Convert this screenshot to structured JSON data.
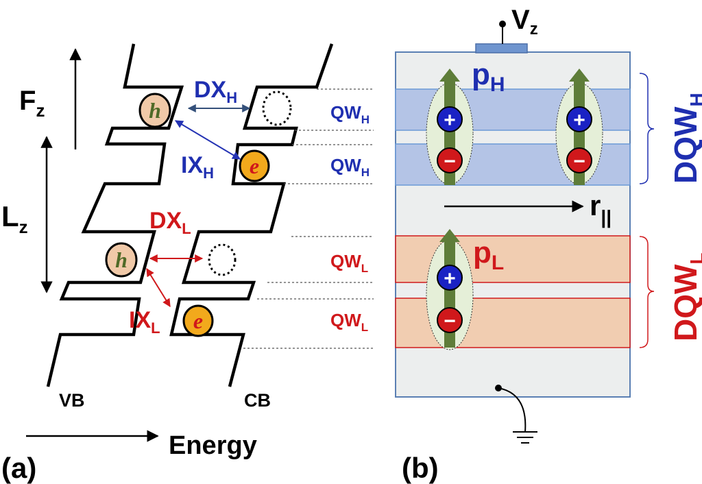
{
  "panel_a": {
    "label": "(a)",
    "field_label": "F",
    "field_sub": "z",
    "length_label": "L",
    "length_sub": "z",
    "dx_h": "DX",
    "dx_h_sub": "H",
    "ix_h": "IX",
    "ix_h_sub": "H",
    "dx_l": "DX",
    "dx_l_sub": "L",
    "ix_l": "IX",
    "ix_l_sub": "L",
    "hole": "h",
    "electron": "e",
    "qw_h": "QW",
    "qw_h_sub": "H",
    "qw_l": "QW",
    "qw_l_sub": "L",
    "vb": "VB",
    "cb": "CB",
    "energy": "Energy"
  },
  "panel_b": {
    "label": "(b)",
    "voltage": "V",
    "voltage_sub": "z",
    "p_h": "p",
    "p_h_sub": "H",
    "p_l": "p",
    "p_l_sub": "L",
    "r_par": "r",
    "r_par_sub": "||",
    "dqw_h": "DQW",
    "dqw_h_sub": "H",
    "dqw_l": "DQW",
    "dqw_l_sub": "L",
    "plus": "+",
    "minus": "−"
  },
  "colors": {
    "blue": "#1f2fb0",
    "red": "#d0181b",
    "qw_h_fill": "#b4c4e6",
    "qw_l_fill": "#f1cdb1",
    "sample_fill": "#eceeee",
    "dipole_green": "#5e7d39",
    "hole_fill": "#f0c9a8",
    "electron_fill": "#f2a91c"
  }
}
